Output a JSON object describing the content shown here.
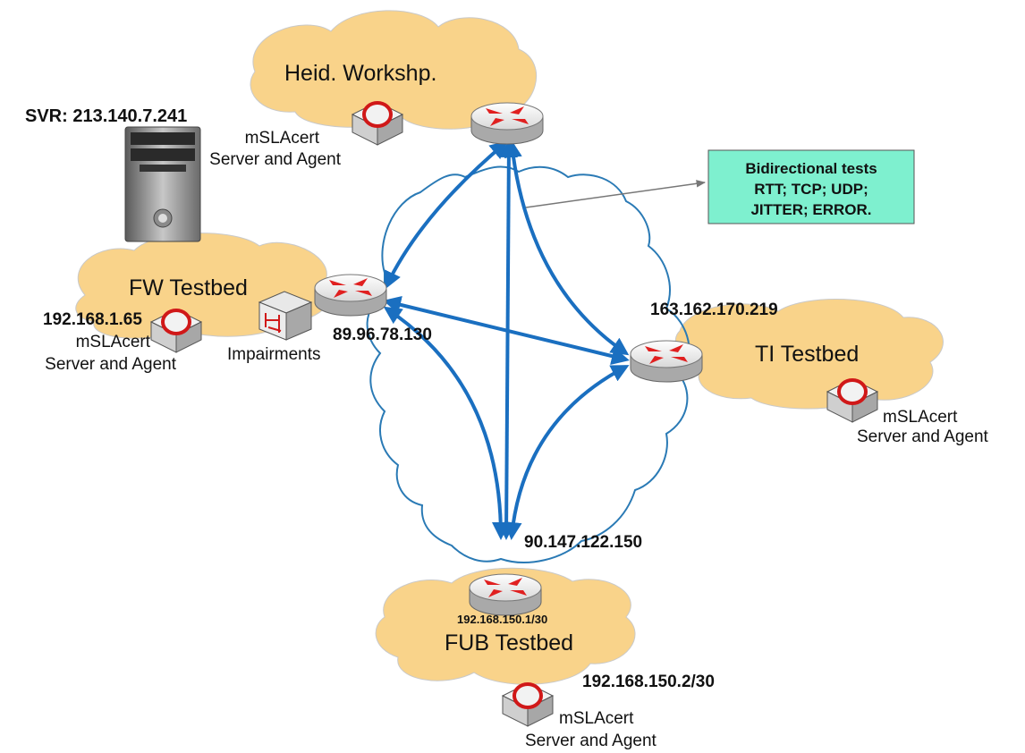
{
  "server": {
    "label": "SVR: 213.140.7.241"
  },
  "clouds": {
    "heidelberg": {
      "title": "Heid. Workshp.",
      "agent_line1": "mSLAcert",
      "agent_line2": "Server and Agent"
    },
    "fw": {
      "title": "FW Testbed",
      "agent_ip": "192.168.1.65",
      "agent_line1": "mSLAcert",
      "agent_line2": "Server and Agent",
      "impairments_label": "Impairments",
      "router_ip": "89.96.78.130"
    },
    "ti": {
      "title": "TI Testbed",
      "router_ip": "163.162.170.219",
      "agent_line1": "mSLAcert",
      "agent_line2": "Server and Agent"
    },
    "fub": {
      "title": "FUB Testbed",
      "router_ip": "90.147.122.150",
      "router_lan_ip": "192.168.150.1/30",
      "agent_ip": "192.168.150.2/30",
      "agent_line1": "mSLAcert",
      "agent_line2": "Server and Agent"
    }
  },
  "callout": {
    "line1": "Bidirectional tests",
    "line2": "RTT; TCP; UDP;",
    "line3": "JITTER; ERROR."
  },
  "colors": {
    "cloud_fill": "#f9d38a",
    "network_stroke": "#2a7ab5",
    "arrow": "#1a6fc0",
    "callout_fill": "#7ef0cf",
    "router_red": "#e02020"
  }
}
